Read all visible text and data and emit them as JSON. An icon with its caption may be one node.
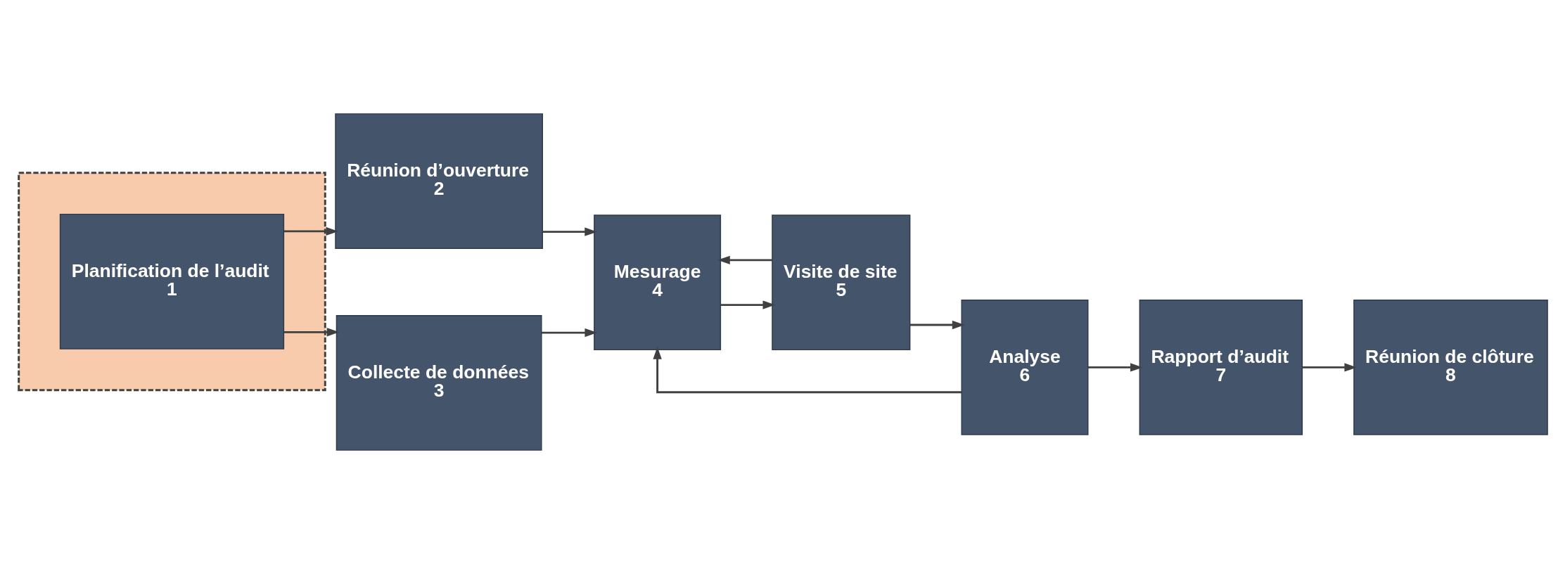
{
  "diagram": {
    "nodes": [
      {
        "text": [],
        "shape": "box"
      },
      {
        "text": [
          "Planification de l’audit",
          "1"
        ],
        "in": 0
      },
      {
        "text": [
          "Réunion d’ouverture",
          "2"
        ]
      },
      {
        "text": [
          "Collecte de données",
          "3"
        ]
      },
      {
        "text": [
          "Mesurage",
          "4"
        ]
      },
      {
        "text": [
          "Visite de site",
          "5"
        ]
      },
      {
        "text": [
          "Analyse",
          "6"
        ]
      },
      {
        "text": [
          "Rapport d’audit",
          "7"
        ]
      },
      {
        "text": [
          "Réunion de clôture",
          "8"
        ]
      }
    ],
    "edges": [
      {
        "from": 1,
        "to": 2,
        "arrow": "to"
      },
      {
        "from": 1,
        "to": 3,
        "arrow": "to"
      },
      {
        "from": 2,
        "to": 4,
        "arrow": "to"
      },
      {
        "from": 3,
        "to": 4,
        "arrow": "to"
      },
      {
        "from": 4,
        "to": 5,
        "arrow": "to"
      },
      {
        "from": 5,
        "to": 4,
        "arrow": "to"
      },
      {
        "from": 5,
        "to": 6,
        "arrow": "to"
      },
      {
        "from": 6,
        "to": 4,
        "arrow": "to"
      },
      {
        "from": 6,
        "to": 7,
        "arrow": "to"
      },
      {
        "from": 7,
        "to": 8,
        "arrow": "to"
      }
    ]
  }
}
